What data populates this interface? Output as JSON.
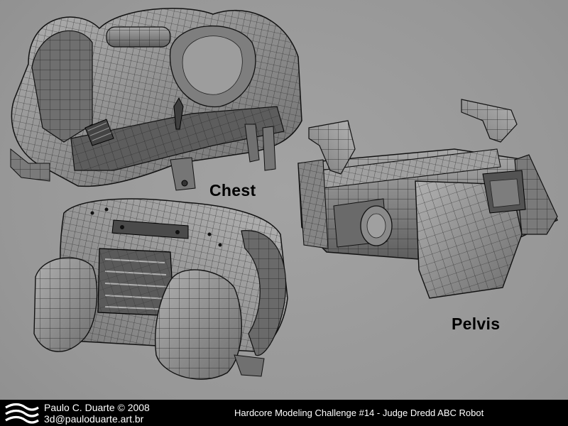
{
  "labels": {
    "chest": "Chest",
    "pelvis": "Pelvis"
  },
  "footer": {
    "author_line": "Paulo C. Duarte © 2008",
    "email_line": "3d@pauloduarte.art.br",
    "challenge_title": "Hardcore Modeling Challenge #14 - Judge Dredd ABC Robot"
  },
  "icons": {
    "logo": "stylized-waves-logo"
  },
  "colors": {
    "background": "#9a9a9a",
    "mesh_fill": "#8c8c8c",
    "wire": "#1a1a1a",
    "footer_bg": "#000000",
    "footer_text": "#ffffff"
  }
}
